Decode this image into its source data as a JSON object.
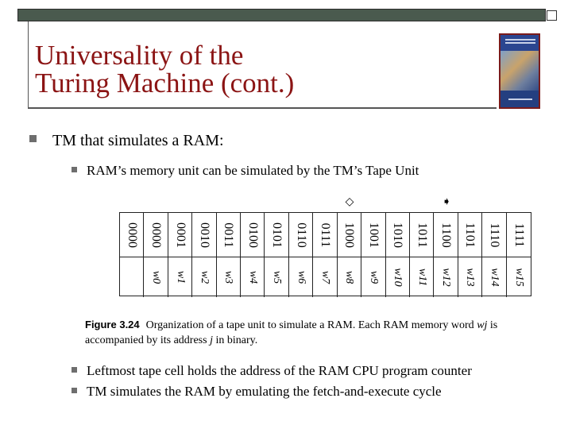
{
  "slide": {
    "title_line1": "Universality of the",
    "title_line2": "Turing Machine (cont.)",
    "bullet1": "TM that simulates a RAM:",
    "sub1": "RAM’s memory unit can be simulated by the TM’s Tape Unit",
    "sub2": "Leftmost tape cell holds the address of the RAM CPU program counter",
    "sub3": "TM simulates the RAM by emulating the fetch-and-execute cycle"
  },
  "figure": {
    "markers": [
      {
        "col": 9,
        "glyph": "◇"
      },
      {
        "col": 13,
        "glyph": "➧"
      }
    ],
    "addresses": [
      "0000",
      "0000",
      "0001",
      "0010",
      "0011",
      "0100",
      "0101",
      "0110",
      "0111",
      "1000",
      "1001",
      "1010",
      "1011",
      "1100",
      "1101",
      "1110",
      "1111"
    ],
    "words": [
      "",
      "w0",
      "w1",
      "w2",
      "w3",
      "w4",
      "w5",
      "w6",
      "w7",
      "w8",
      "w9",
      "w10",
      "w11",
      "w12",
      "w13",
      "w14",
      "w15"
    ],
    "caption_label": "Figure 3.24",
    "caption_text": "Organization of a tape unit to simulate a RAM. Each RAM memory word",
    "caption_var": "wj",
    "caption_text2": "is accompanied by its address",
    "caption_var2": "j",
    "caption_text3": "in binary."
  },
  "colors": {
    "title": "#8b1414",
    "bar": "#4a5a4e",
    "bullet": "#6e6e6e"
  }
}
